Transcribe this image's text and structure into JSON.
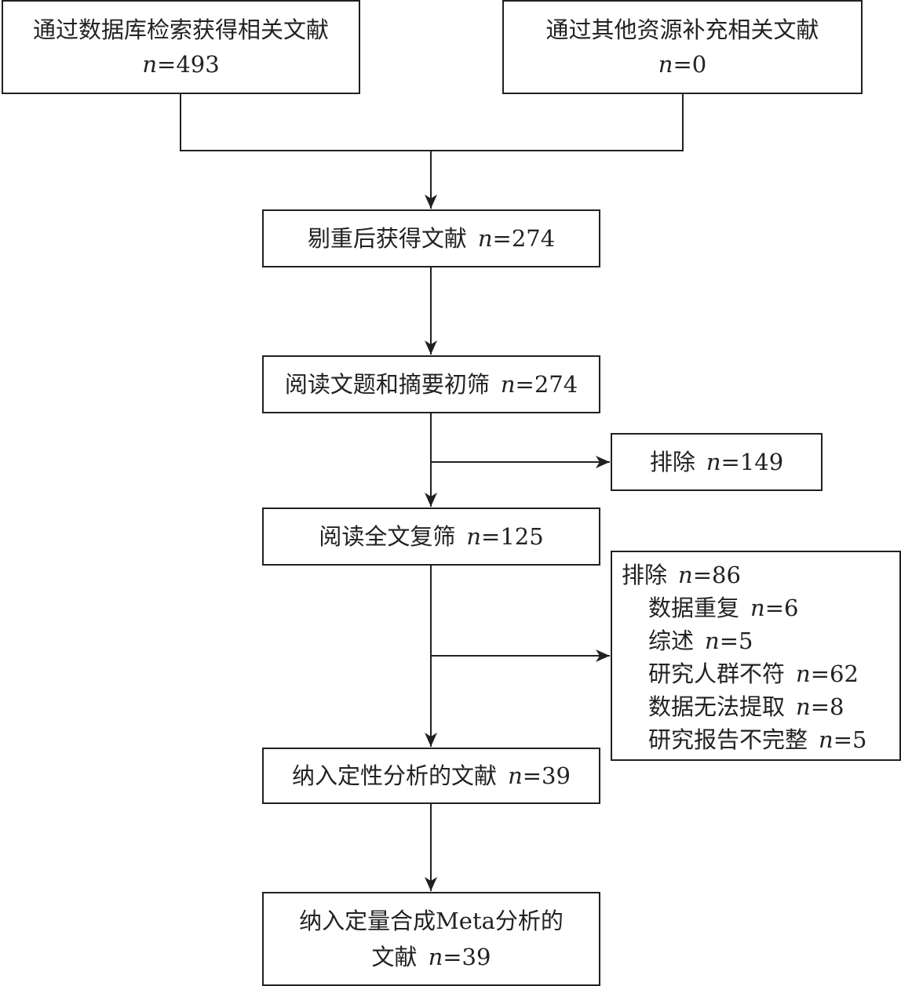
{
  "diagram": {
    "db_search": {
      "label": "通过数据库检索获得相关文献",
      "n": "=493"
    },
    "other_sources": {
      "label": "通过其他资源补充相关文献",
      "n": "=0"
    },
    "dedup": {
      "label": "剔重后获得文献",
      "n": "=274"
    },
    "title_abstract": {
      "label": "阅读文题和摘要初筛",
      "n": "=274"
    },
    "exclude1": {
      "label": "排除",
      "n": "=149"
    },
    "fulltext": {
      "label": "阅读全文复筛",
      "n": "=125"
    },
    "exclude2": {
      "label": "排除",
      "n": "=86",
      "reasons": [
        {
          "label": "数据重复",
          "n": "=6"
        },
        {
          "label": "综述",
          "n": "=5"
        },
        {
          "label": "研究人群不符",
          "n": "=62"
        },
        {
          "label": "数据无法提取",
          "n": "=8"
        },
        {
          "label": "研究报告不完整",
          "n": "=5"
        }
      ]
    },
    "qualitative": {
      "label": "纳入定性分析的文献",
      "n": "=39"
    },
    "meta": {
      "label_line1": "纳入定量合成Meta分析的",
      "label_line2": "文献",
      "n": "=39"
    },
    "n_symbol": "n"
  }
}
